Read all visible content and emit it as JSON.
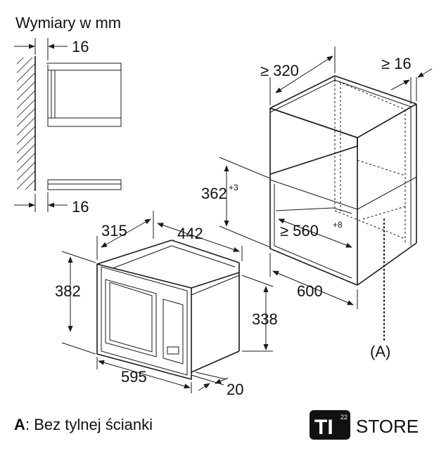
{
  "title": "Wymiary w mm",
  "side_view": {
    "top_gap": "16",
    "bottom_gap": "16"
  },
  "cabinet": {
    "depth_top": "≥ 320",
    "side_gap": "≥ 16",
    "opening_height": "362",
    "opening_height_tol": "+3",
    "opening_width": "≥ 560",
    "opening_width_tol": "+8",
    "depth": "600",
    "note_marker": "(A)"
  },
  "microwave": {
    "depth": "315",
    "body_width": "442",
    "front_height": "382",
    "body_height": "338",
    "front_width": "595",
    "frame_depth": "20"
  },
  "legend": {
    "key": "A",
    "text": ": Bez tylnej ścianki"
  },
  "badge": {
    "logo": "TI",
    "superscript": "22",
    "store": "STORE"
  }
}
